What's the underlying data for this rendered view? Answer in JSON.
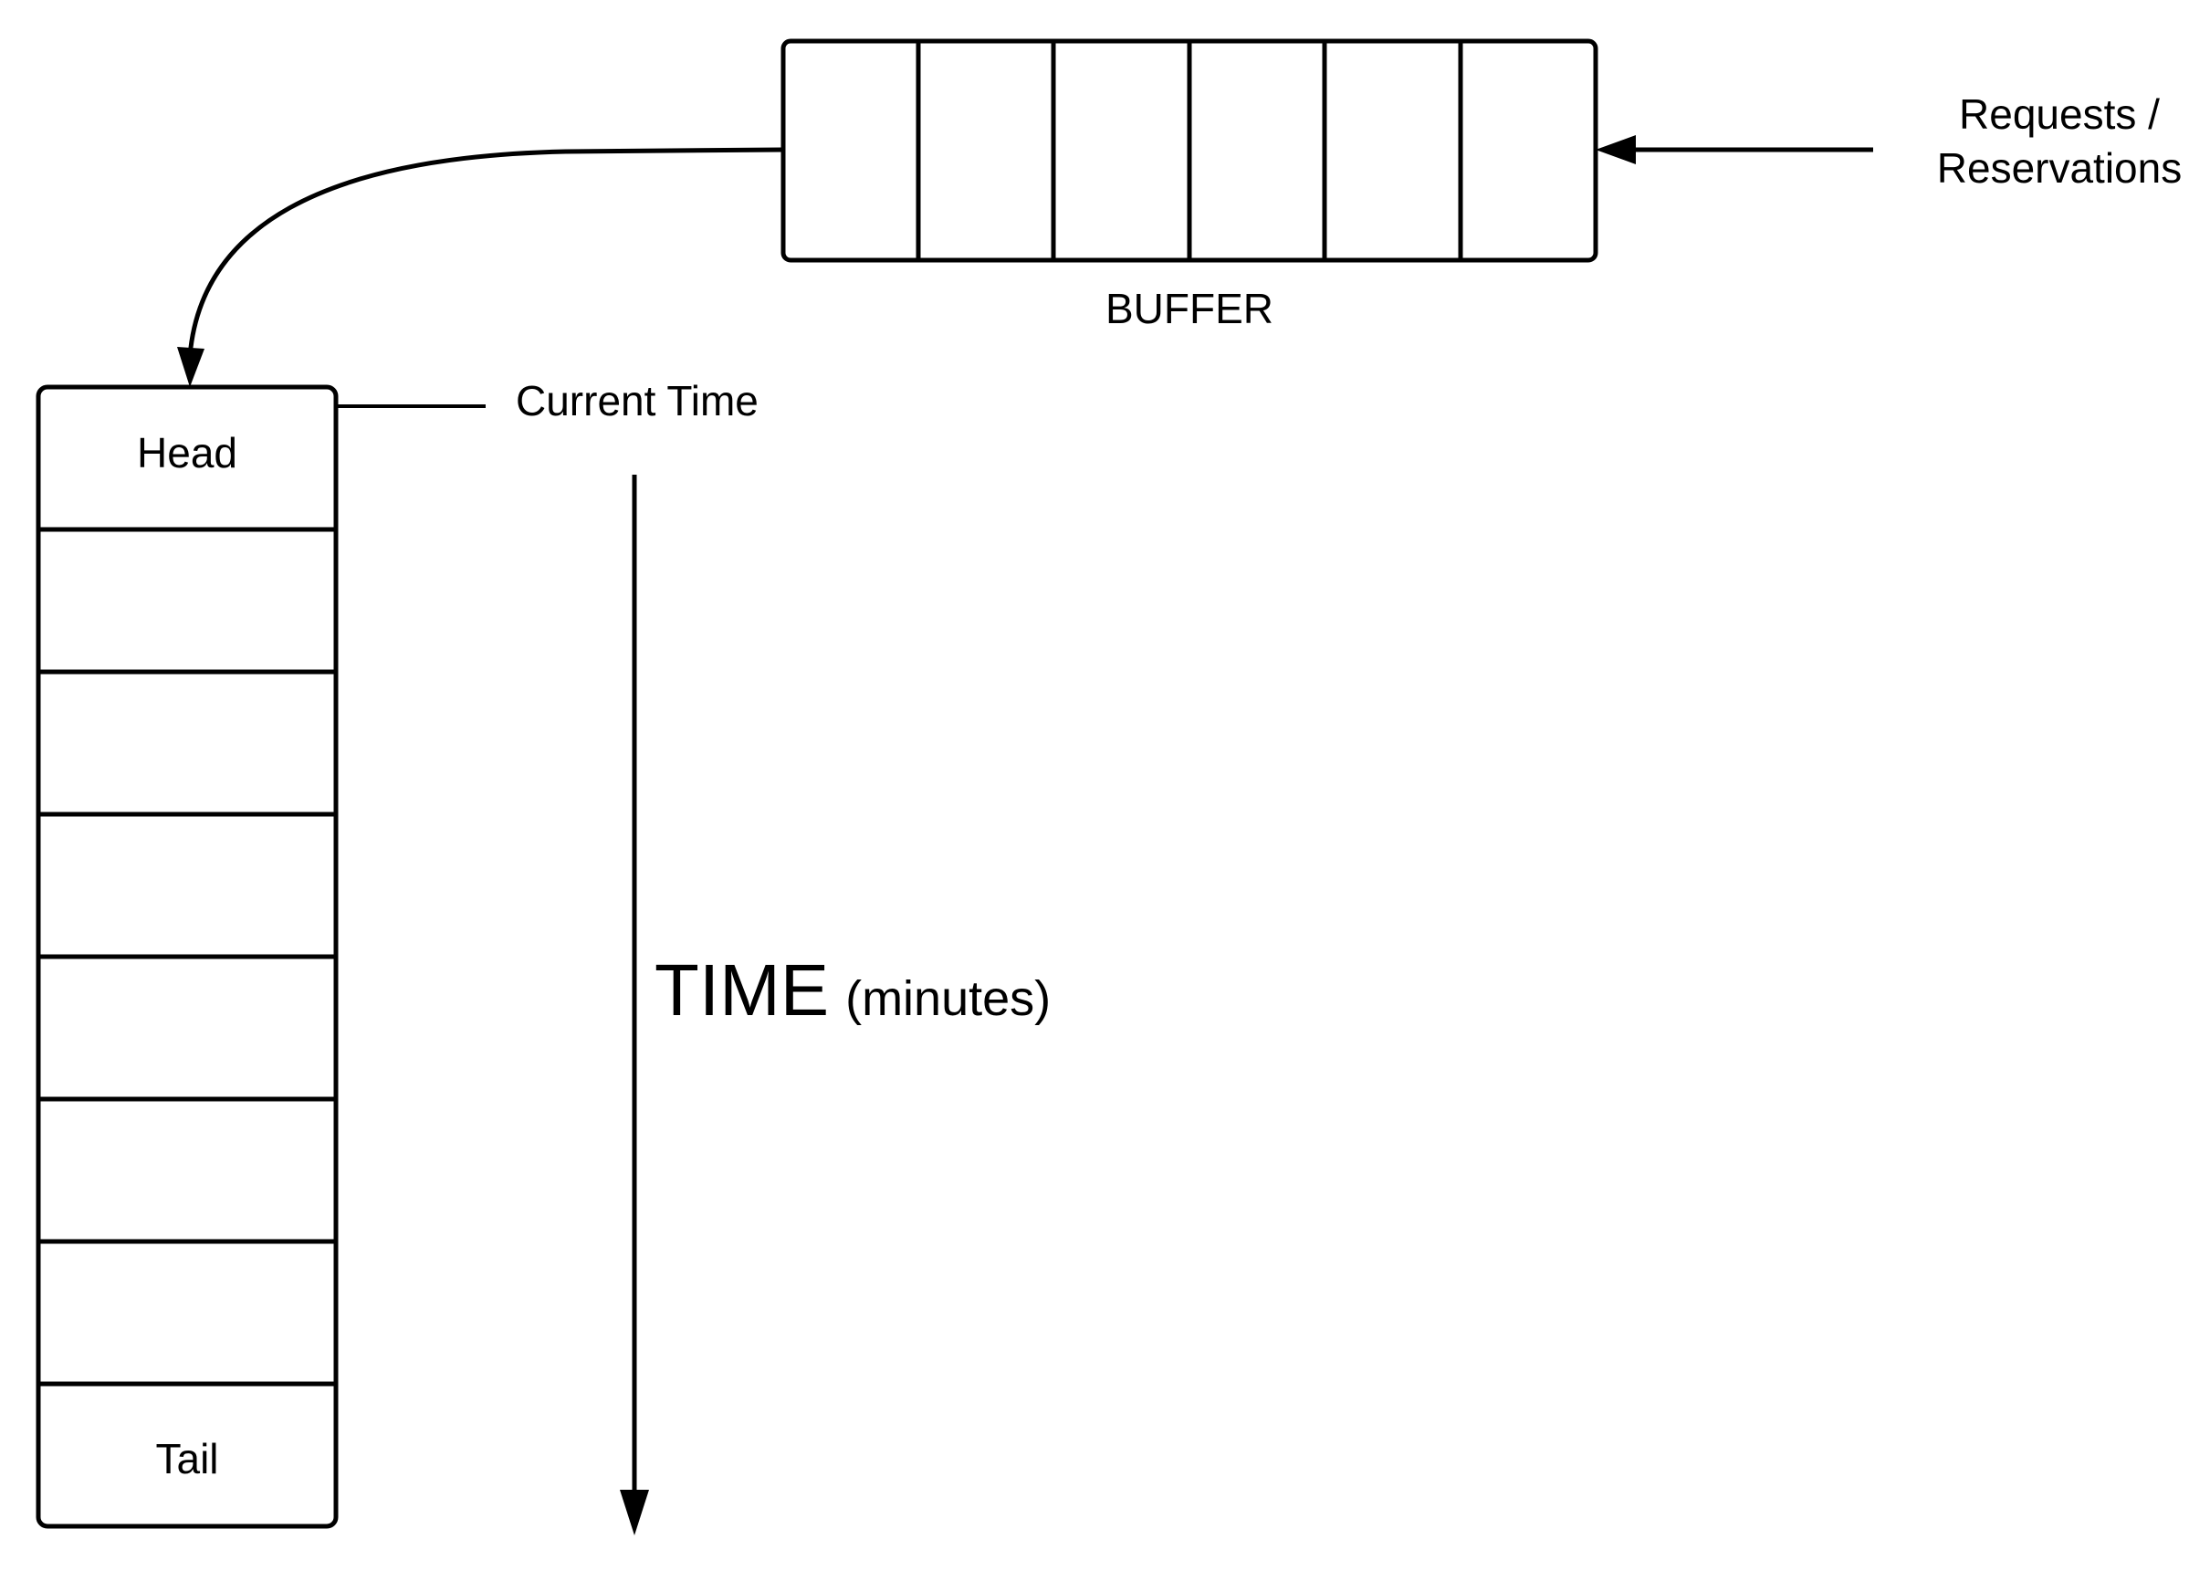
{
  "buffer": {
    "label": "BUFFER",
    "slot_count": 6
  },
  "input": {
    "label_line1": "Requests /",
    "label_line2": "Reservations"
  },
  "queue": {
    "head_label": "Head",
    "tail_label": "Tail",
    "slot_count": 8,
    "current_time_label": "Current Time"
  },
  "time_axis": {
    "label": "TIME",
    "unit": "(minutes)"
  },
  "colors": {
    "line": "#000000",
    "background": "#ffffff"
  }
}
